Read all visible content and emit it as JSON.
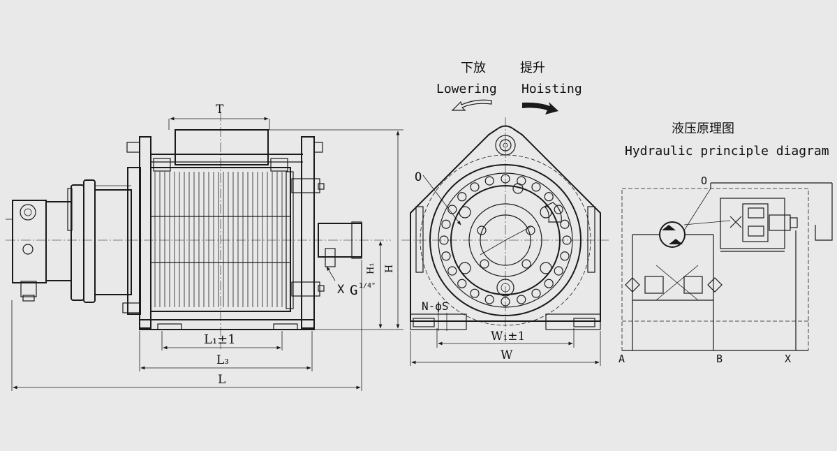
{
  "direction": {
    "lowering_cn": "下放",
    "lowering_en": "Lowering",
    "hoisting_cn": "提升",
    "hoisting_en": "Hoisting"
  },
  "hydraulic": {
    "title_cn": "液压原理图",
    "title_en": "Hydraulic principle diagram",
    "port_o": "O",
    "port_a": "A",
    "port_b": "B",
    "port_x": "X"
  },
  "side_view": {
    "dim_T": "T",
    "dim_L1": "L₁±1",
    "dim_L3": "L₃",
    "dim_L": "L",
    "port_x_label": "X",
    "port_thread": "G",
    "port_thread_frac": "1/4\"",
    "dim_H": "H",
    "dim_H1": "H₁"
  },
  "front_view": {
    "label_O": "O",
    "dim_N_phiS": "N-ϕS",
    "dim_W1": "W₁±1",
    "dim_W": "W"
  },
  "colors": {
    "background": "#e9e9e9",
    "line": "#1a1a1a"
  }
}
